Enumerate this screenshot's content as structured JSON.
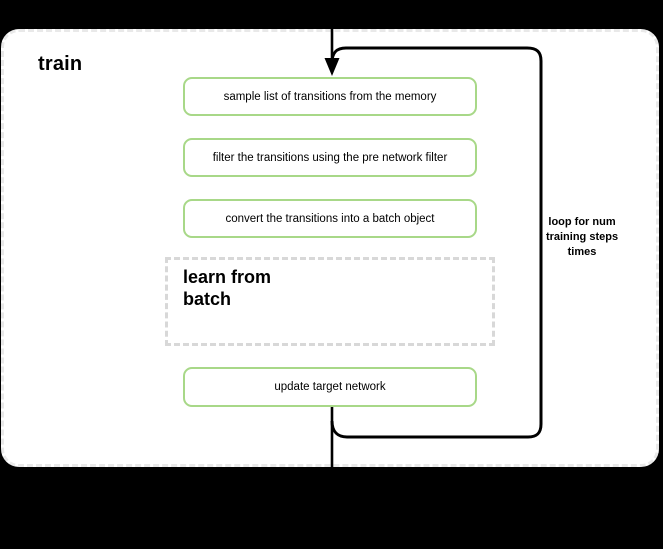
{
  "diagram": {
    "type": "flowchart",
    "title": "train",
    "steps": [
      {
        "id": "sample-transitions",
        "label": "sample list of transitions from the memory",
        "shape": "rounded-rect",
        "border_color": "#a8d888"
      },
      {
        "id": "filter-transitions",
        "label": "filter the transitions using the pre network filter",
        "shape": "rounded-rect",
        "border_color": "#a8d888"
      },
      {
        "id": "convert-to-batch",
        "label": "convert the transitions into a batch object",
        "shape": "rounded-rect",
        "border_color": "#a8d888"
      },
      {
        "id": "learn-from-batch",
        "label": "learn from batch",
        "shape": "dashed-rect",
        "border_color": "#d8d8d8"
      },
      {
        "id": "update-target-network",
        "label": "update target network",
        "shape": "rounded-rect",
        "border_color": "#a8d888"
      }
    ],
    "loop": {
      "label": "loop for num training steps times"
    },
    "colors": {
      "background": "#000000",
      "frame_fill": "#ffffff",
      "frame_border": "#e9e9e9",
      "step_border_green": "#a8d888",
      "dashed_box_border": "#d8d8d8",
      "connector": "#000000",
      "text": "#000000"
    }
  }
}
